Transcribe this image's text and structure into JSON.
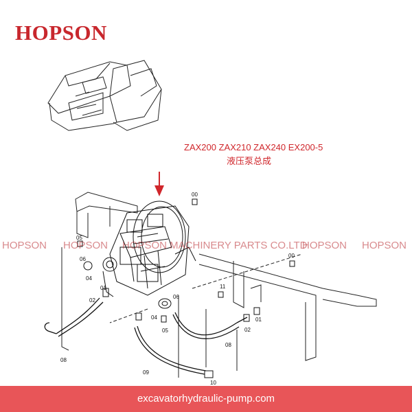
{
  "brand": {
    "logo_text": "HOPSON",
    "color": "#c8272d"
  },
  "title": {
    "models": "ZAX200 ZAX210 ZAX240 EX200-5",
    "name_cn": "液压泵总成"
  },
  "watermark": {
    "items": [
      "HOPSON",
      "HOPSON",
      "HOPSON MACHINERY PARTS CO.LTD",
      "HOPSON",
      "HOPSON"
    ]
  },
  "part_numbers": [
    "00",
    "05",
    "06",
    "04",
    "01",
    "02",
    "08",
    "09",
    "10",
    "11",
    "00",
    "02",
    "01",
    "04",
    "05",
    "06",
    "08"
  ],
  "footer": {
    "text": "excavatorhydraulic-pump.com",
    "background": "#e85558"
  }
}
